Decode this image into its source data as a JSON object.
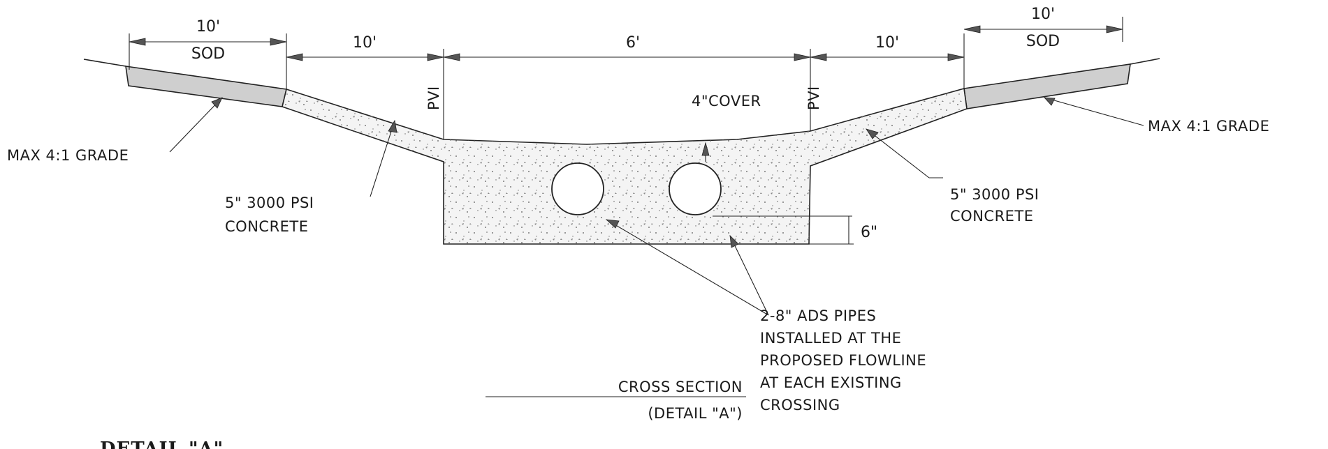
{
  "dimensions": {
    "left_sod_width": "10'",
    "left_sod_label": "SOD",
    "left_slope_width": "10'",
    "channel_width": "6'",
    "right_slope_width": "10'",
    "right_sod_width": "10'",
    "right_sod_label": "SOD",
    "bottom_depth": "6\""
  },
  "labels": {
    "pvi_left": "PVI",
    "pvi_right": "PVI",
    "cover": "4\"COVER",
    "grade_left": "MAX 4:1 GRADE",
    "grade_right": "MAX 4:1 GRADE",
    "concrete_left_line1": "5\" 3000 PSI",
    "concrete_left_line2": "CONCRETE",
    "concrete_right_line1": "5\" 3000 PSI",
    "concrete_right_line2": "CONCRETE",
    "pipes_lines": [
      "2-8\" ADS PIPES",
      "INSTALLED AT THE",
      "PROPOSED FLOWLINE",
      "AT EACH EXISTING",
      "CROSSING"
    ],
    "section_title": "CROSS SECTION",
    "section_subtitle": "(DETAIL \"A\")",
    "detail_heading": "DETAIL \"A\""
  },
  "colors": {
    "line": "#222222",
    "concrete_fill": "#f4f4f4",
    "sod_fill": "#cfcfcf"
  }
}
